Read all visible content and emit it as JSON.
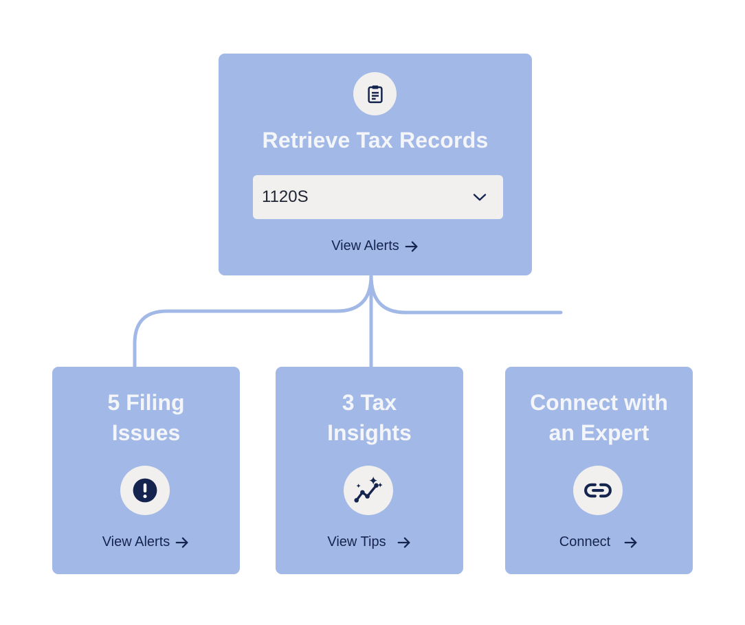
{
  "main": {
    "title": "Retrieve Tax Records",
    "select_value": "1120S",
    "action_label": "View Alerts",
    "icon": "clipboard-icon"
  },
  "cards": [
    {
      "title_line1": "5 Filing",
      "title_line2": "Issues",
      "action_label": "View Alerts",
      "icon": "exclamation-icon"
    },
    {
      "title_line1": "3 Tax",
      "title_line2": "Insights",
      "action_label": "View Tips",
      "icon": "sparkle-trend-icon"
    },
    {
      "title_line1": "Connect with",
      "title_line2": "an Expert",
      "action_label": "Connect",
      "icon": "link-icon"
    }
  ],
  "colors": {
    "card": "#a2b8e6",
    "connector": "#a2b8e6",
    "icon_bg": "#f1f0ee",
    "icon_fg": "#15244f",
    "title_text": "#f4f5f9",
    "action_text": "#15244f"
  }
}
